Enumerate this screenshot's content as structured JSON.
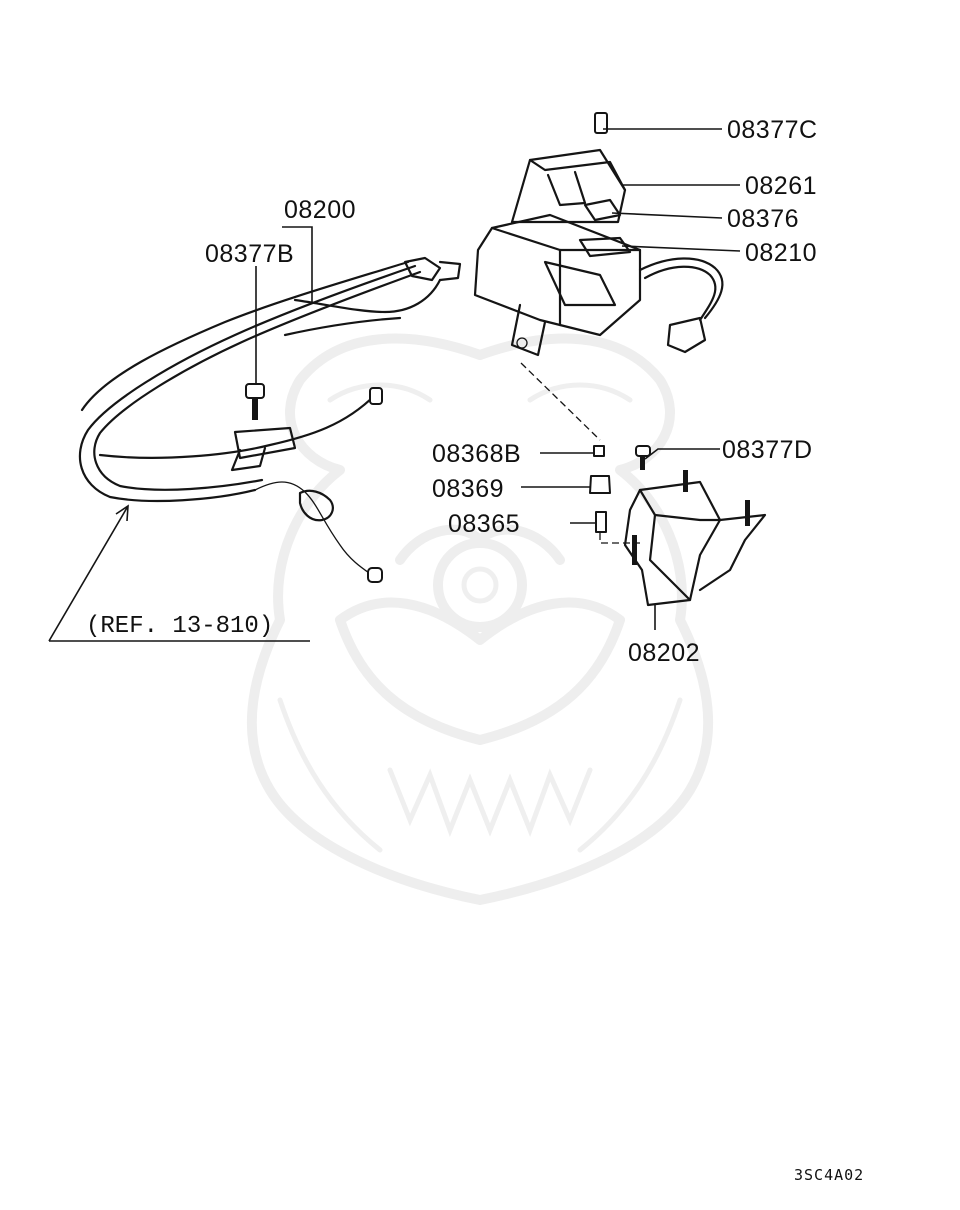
{
  "diagram": {
    "parts": [
      {
        "id": "p1",
        "label": "08377C"
      },
      {
        "id": "p2",
        "label": "08261"
      },
      {
        "id": "p3",
        "label": "08376"
      },
      {
        "id": "p4",
        "label": "08210"
      },
      {
        "id": "p5",
        "label": "08200"
      },
      {
        "id": "p6",
        "label": "08377B"
      },
      {
        "id": "p7",
        "label": "08368B"
      },
      {
        "id": "p8",
        "label": "08377D"
      },
      {
        "id": "p9",
        "label": "08369"
      },
      {
        "id": "p10",
        "label": "08365"
      },
      {
        "id": "p11",
        "label": "08202"
      }
    ],
    "reference": "(REF. 13-810)",
    "drawing_code": "3SC4A02"
  }
}
